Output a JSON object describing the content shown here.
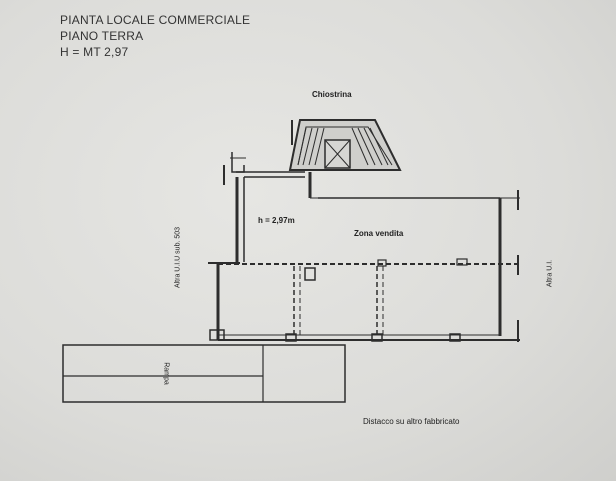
{
  "header": {
    "line1": "PIANTA LOCALE COMMERCIALE",
    "line2": "PIANO TERRA",
    "line3": "H = MT 2,97"
  },
  "labels": {
    "chiostrina": "Chiostrina",
    "height": "h = 2,97m",
    "zona_vendita": "Zona vendita",
    "altra_left": "Altra U.I.U sub. 503",
    "altra_right": "Altra U.I.",
    "rampa": "Rampa",
    "distacco": "Distacco su altro fabbricato"
  }
}
